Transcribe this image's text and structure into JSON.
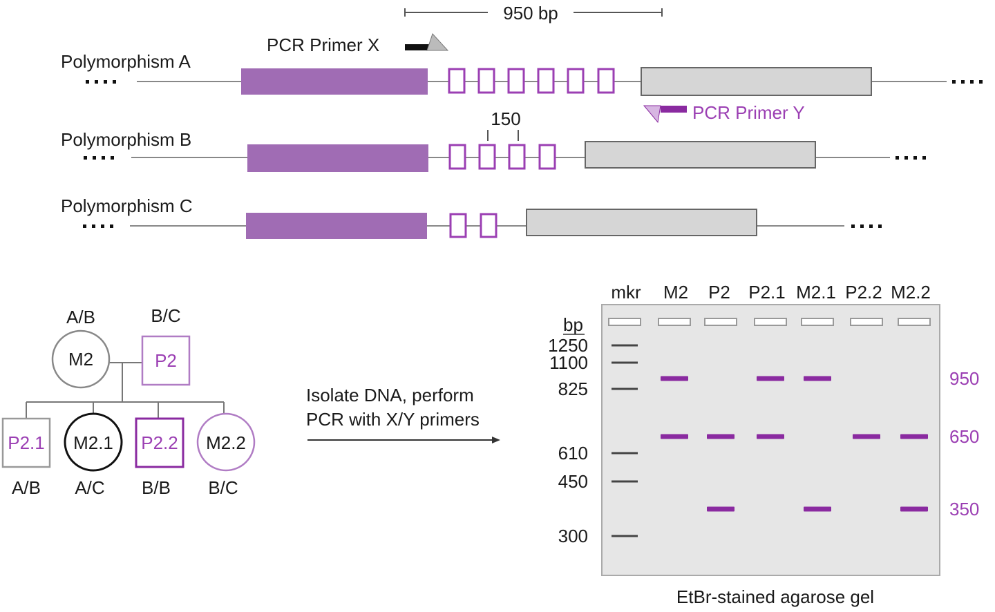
{
  "colors": {
    "purple": "#a06cb4",
    "purple_dark": "#8a2aa0",
    "purple_text": "#9b3fb3",
    "grey_box": "#d6d6d6",
    "gel_bg": "#e6e6e6",
    "line": "#888888"
  },
  "scale_bar": {
    "label": "950 bp"
  },
  "primers": {
    "x": {
      "label": "PCR Primer X"
    },
    "y": {
      "label": "PCR Primer Y"
    }
  },
  "polymorphisms": [
    {
      "label": "Polymorphism A",
      "repeats": 6
    },
    {
      "label": "Polymorphism B",
      "repeats": 4,
      "repeat_label": "150"
    },
    {
      "label": "Polymorphism C",
      "repeats": 2
    }
  ],
  "pedigree": {
    "parents": [
      {
        "id": "M2",
        "genotype": "A/B",
        "sex": "female",
        "color": "grey"
      },
      {
        "id": "P2",
        "genotype": "B/C",
        "sex": "male",
        "color": "purple"
      }
    ],
    "children": [
      {
        "id": "P2.1",
        "genotype": "A/B",
        "sex": "male",
        "color": "grey_purple"
      },
      {
        "id": "M2.1",
        "genotype": "A/C",
        "sex": "female",
        "color": "black"
      },
      {
        "id": "P2.2",
        "genotype": "B/B",
        "sex": "male",
        "color": "purple"
      },
      {
        "id": "M2.2",
        "genotype": "B/C",
        "sex": "female",
        "color": "purple"
      }
    ]
  },
  "process": {
    "line1": "Isolate DNA, perform",
    "line2": "PCR with X/Y primers"
  },
  "gel": {
    "caption": "EtBr-stained agarose gel",
    "bp_label": "bp",
    "lanes": [
      "mkr",
      "M2",
      "P2",
      "P2.1",
      "M2.1",
      "P2.2",
      "M2.2"
    ],
    "marker_sizes": [
      "1250",
      "1100",
      "825",
      "610",
      "450",
      "300"
    ],
    "band_sizes": [
      "950",
      "650",
      "350"
    ],
    "bands": {
      "M2": [
        "950",
        "650"
      ],
      "P2": [
        "650",
        "350"
      ],
      "P2.1": [
        "950",
        "650"
      ],
      "M2.1": [
        "950",
        "350"
      ],
      "P2.2": [
        "650"
      ],
      "M2.2": [
        "650",
        "350"
      ]
    }
  }
}
